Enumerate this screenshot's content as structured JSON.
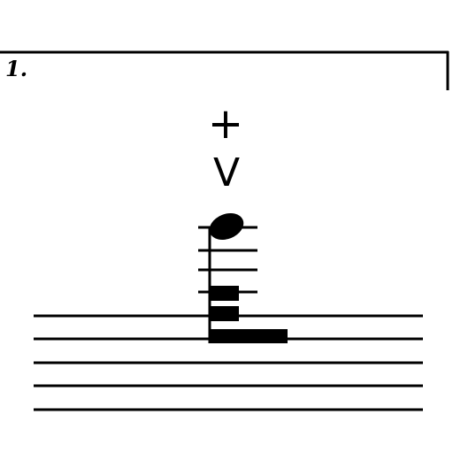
{
  "ending": {
    "number": "1."
  },
  "articulations": {
    "left_hand_pizzicato": "+",
    "up_bow": "V"
  },
  "notation": {
    "clef": "none",
    "staff_lines": 5,
    "ledger_lines_above": 4,
    "note": {
      "notehead": "filled",
      "stem_direction": "down",
      "rest_bars": 3
    },
    "ink_color": "#000000",
    "background_color": "#ffffff"
  }
}
